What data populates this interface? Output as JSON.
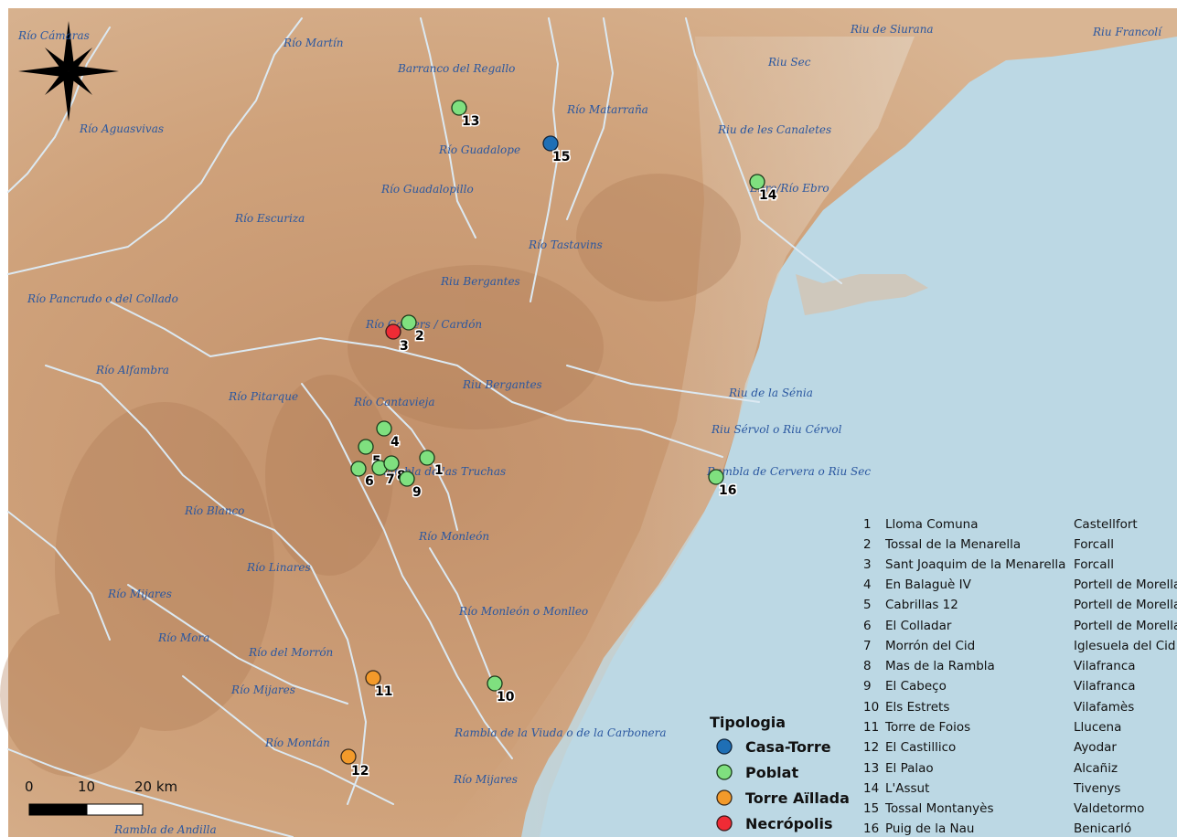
{
  "colors": {
    "land": "#c99a72",
    "sea": "#bcd8e4",
    "river": "#dce9f2",
    "casa_torre": "#1f6fb5",
    "poblat": "#7fe07f",
    "torre_aillada": "#f39a2a",
    "necropolis": "#ef2b35"
  },
  "compass": {
    "icon": "north-arrow-star-icon"
  },
  "rivers": [
    {
      "name": "Río Cámaras"
    },
    {
      "name": "Río Martín"
    },
    {
      "name": "Barranco del Regallo"
    },
    {
      "name": "Riu de Siurana"
    },
    {
      "name": "Riu Francolí"
    },
    {
      "name": "Riu Sec"
    },
    {
      "name": "Río Matarraña"
    },
    {
      "name": "Río Aguasvivas"
    },
    {
      "name": "Riu de les Canaletes"
    },
    {
      "name": "Río Guadalope"
    },
    {
      "name": "Ebre/Río Ebro"
    },
    {
      "name": "Río Guadalopillo"
    },
    {
      "name": "Río Escuriza"
    },
    {
      "name": "Río Tastavins"
    },
    {
      "name": "Riu Bergantes"
    },
    {
      "name": "Río Pancrudo o del Collado"
    },
    {
      "name": "Río Calders / Cardón"
    },
    {
      "name": "Río Alfambra"
    },
    {
      "name": "Riu Bergantes"
    },
    {
      "name": "Riu de la Sénia"
    },
    {
      "name": "Río Pitarque"
    },
    {
      "name": "Río Cantavieja"
    },
    {
      "name": "Riu Sérvol o Riu Cérvol"
    },
    {
      "name": "Rambla de las Truchas"
    },
    {
      "name": "Rambla de Cervera o Riu Sec"
    },
    {
      "name": "Río Blanco"
    },
    {
      "name": "Río Monleón"
    },
    {
      "name": "Río Linares"
    },
    {
      "name": "Río Mijares"
    },
    {
      "name": "Río Monleón o Monlleo"
    },
    {
      "name": "Río Mora"
    },
    {
      "name": "Río del Morrón"
    },
    {
      "name": "Río Mijares"
    },
    {
      "name": "Río Montán"
    },
    {
      "name": "Rambla de la Viuda o de la Carbonera"
    },
    {
      "name": "Río Mijares"
    },
    {
      "name": "Rambla de Andilla"
    }
  ],
  "sites": [
    {
      "num": "1",
      "type": "poblat"
    },
    {
      "num": "2",
      "type": "poblat"
    },
    {
      "num": "3",
      "type": "necropolis"
    },
    {
      "num": "4",
      "type": "poblat"
    },
    {
      "num": "5",
      "type": "poblat"
    },
    {
      "num": "6",
      "type": "poblat"
    },
    {
      "num": "7",
      "type": "poblat"
    },
    {
      "num": "8",
      "type": "poblat"
    },
    {
      "num": "9",
      "type": "poblat"
    },
    {
      "num": "10",
      "type": "poblat"
    },
    {
      "num": "11",
      "type": "torre_aillada"
    },
    {
      "num": "12",
      "type": "torre_aillada"
    },
    {
      "num": "13",
      "type": "poblat"
    },
    {
      "num": "14",
      "type": "poblat"
    },
    {
      "num": "15",
      "type": "casa_torre"
    },
    {
      "num": "16",
      "type": "poblat"
    }
  ],
  "legend": {
    "title": "Tipologia",
    "items": [
      {
        "label": "Casa-Torre",
        "type": "casa_torre"
      },
      {
        "label": "Poblat",
        "type": "poblat"
      },
      {
        "label": "Torre Aïllada",
        "type": "torre_aillada"
      },
      {
        "label": "Necrópolis",
        "type": "necropolis"
      }
    ]
  },
  "site_list": [
    {
      "num": "1",
      "name": "Lloma Comuna",
      "place": "Castellfort"
    },
    {
      "num": "2",
      "name": "Tossal de la Menarella",
      "place": "Forcall"
    },
    {
      "num": "3",
      "name": "Sant Joaquim de la Menarella",
      "place": "Forcall"
    },
    {
      "num": "4",
      "name": "En Balaguè IV",
      "place": "Portell de Morella"
    },
    {
      "num": "5",
      "name": "Cabrillas 12",
      "place": "Portell de Morella"
    },
    {
      "num": "6",
      "name": "El Colladar",
      "place": "Portell de Morella"
    },
    {
      "num": "7",
      "name": "Morrón del Cid",
      "place": "Iglesuela del Cid"
    },
    {
      "num": "8",
      "name": "Mas de la Rambla",
      "place": "Vilafranca"
    },
    {
      "num": "9",
      "name": "El Cabeço",
      "place": "Vilafranca"
    },
    {
      "num": "10",
      "name": "Els Estrets",
      "place": "Vilafamès"
    },
    {
      "num": "11",
      "name": "Torre de Foios",
      "place": "Llucena"
    },
    {
      "num": "12",
      "name": "El Castillico",
      "place": "Ayodar"
    },
    {
      "num": "13",
      "name": "El Palao",
      "place": "Alcañiz"
    },
    {
      "num": "14",
      "name": "L'Assut",
      "place": "Tivenys"
    },
    {
      "num": "15",
      "name": "Tossal Montanyès",
      "place": "Valdetormo"
    },
    {
      "num": "16",
      "name": "Puig de la Nau",
      "place": "Benicarló"
    }
  ],
  "scale_bar": {
    "labels": [
      "0",
      "10",
      "20 km"
    ]
  }
}
